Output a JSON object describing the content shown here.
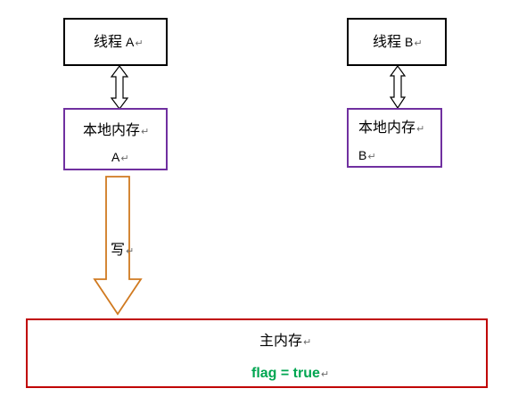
{
  "thread_a": {
    "label": "线程",
    "id": "A"
  },
  "thread_b": {
    "label": "线程",
    "id": "B"
  },
  "local_a": {
    "label": "本地内存",
    "id": "A"
  },
  "local_b": {
    "label": "本地内存",
    "id": "B"
  },
  "write_arrow": {
    "label": "写"
  },
  "main_memory": {
    "label": "主内存",
    "code": "flag = true"
  },
  "return_mark": "↵",
  "colors": {
    "thread_border": "#000000",
    "local_border": "#7030a0",
    "main_border": "#c00000",
    "write_arrow": "#d07a20",
    "code_text": "#00a651"
  }
}
